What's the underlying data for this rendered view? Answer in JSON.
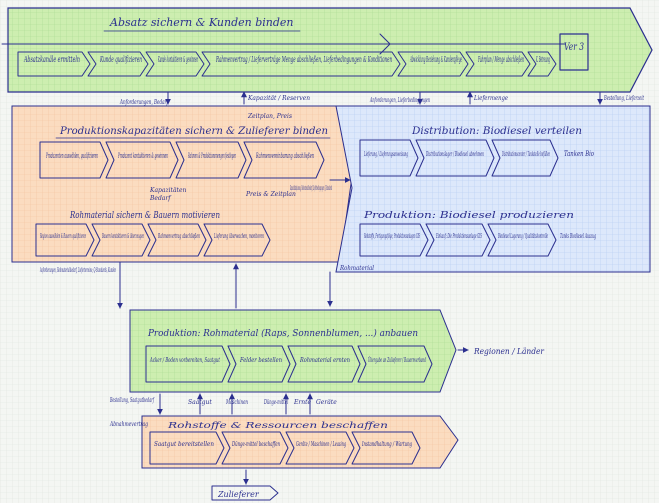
{
  "blocks": {
    "top": {
      "title": "Absatz sichern & Kunden binden",
      "steps": [
        "Absatzkanäle ermitteln",
        "Kunde qualifizieren",
        "Kunde kontaktieren & gewinnen",
        "Rahmenvertrag / Lieferverträge Menge abschließen, Lieferbedingungen & Konditionen",
        "Abwicklung Beziehung & Kundenpflege",
        "Fahrplan / Menge abschließen",
        "K. Betreuung"
      ],
      "version": "Ver 3"
    },
    "production": {
      "title": "Produktionskapazitäten sichern & Zulieferer binden",
      "steps": [
        "Produzenten auswählen, qualifizieren",
        "Produzent kontaktieren & gewinnen",
        "Rahmen & Produktionsmengen festlegen",
        "Rahmenvereinbarung abschließen"
      ],
      "notes": [
        "Kapazitäten",
        "Bedarf",
        "Preis & Zeitplan"
      ],
      "sub_title": "Rohmaterial sichern & Bauern motivieren",
      "sub_steps": [
        "Region auswählen & Bauern qualifizieren",
        "Bauern kontaktieren & überzeugen",
        "Rahmenvertrag abschließen",
        "Lieferung überwachen, monitoren"
      ]
    },
    "distribution": {
      "title": "Distribution: Biodiesel verteilen",
      "steps": [
        "Lieferung / Lieferungsanweisung",
        "Distributionslager / Biodiesel abnehmen",
        "Distributionscenter / Tankstelle befüllen",
        "Tanken Bio"
      ],
      "production_title": "Produktion: Biodiesel produzieren",
      "production_steps": [
        "Rohstoffe, Fertigungsfolge, Produktionsanlagen GIS",
        "Einkauf: Die Produktionsanlage GIS",
        "Biodiesel Lagerung / Qualitätskontrolle",
        "Tanks Biodiesel Auszug"
      ]
    },
    "raw": {
      "title": "Produktion: Rohmaterial (Raps, Sonnenblumen, ...) anbauen",
      "steps": [
        "Acker / Boden vorbereiten, Saatgut",
        "Felder bestellen",
        "Rohmaterial ernten",
        "Übergabe an Zulieferer / Bauernverband"
      ],
      "output": "Regionen / Länder"
    },
    "seed": {
      "title": "Rohstoffe & Ressourcen beschaffen",
      "steps": [
        "Saatgut bereitstellen",
        "Dünge-mittel beschaffen",
        "Geräte / Maschinen / Leasing",
        "Instandhaltung / Wartung"
      ],
      "bottom_label": "Zulieferer"
    }
  },
  "annotations": {
    "a1": "Anforderungen, Bedarf",
    "a2": "Kapazität / Reserven",
    "a3": "Zeitplan, Preis",
    "a4": "Anforderungen, Lieferbedingungen",
    "a5": "Liefermenge",
    "a6": "Bestellung, Lieferzeit",
    "a7": "Kapazitätsplanung, Rohmaterialbedarf, Lieferbedingungen, Q-Standards",
    "a8": "Anforderungen, Rohmaterialbedarf, Liefertermine, Q-Standards, Kunden",
    "a9": "Rohmaterial",
    "a10": "Bestellung, Saatgutbedarf",
    "a11": "Abnahmevertrag",
    "a12": "Saatgut",
    "a13": "Maschinen",
    "a14": "Dünge-mittel",
    "a15": "Ernte",
    "a16": "Geräte"
  },
  "colors": {
    "green": "#cdeeb0",
    "orange": "#fbdcc0",
    "blue": "#dbe6fb",
    "ink": "#2b2f8f",
    "grid_green": "#9fd08a",
    "grid_orange": "#f0b890",
    "grid_blue": "#a9c2ee"
  }
}
